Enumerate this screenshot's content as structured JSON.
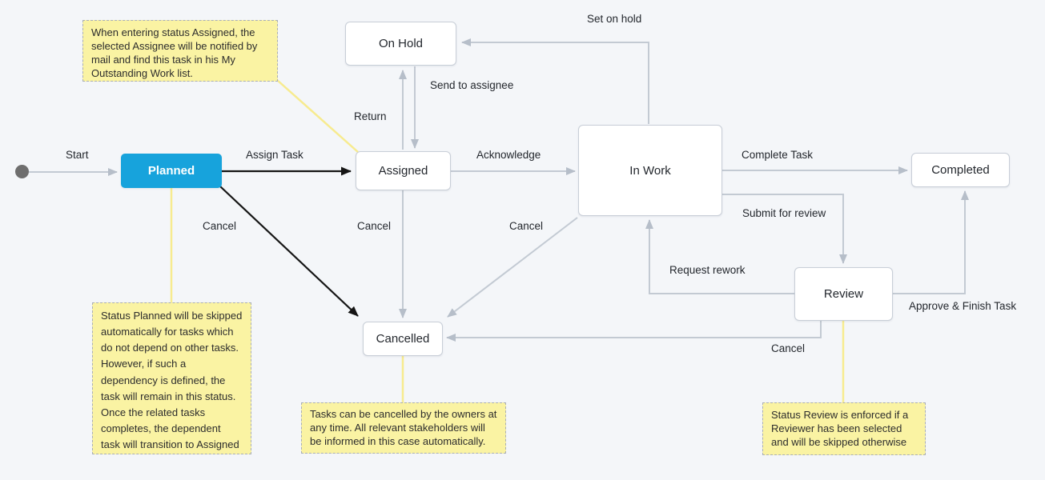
{
  "colors": {
    "background": "#f4f6f9",
    "edge_gray": "#c3cad3",
    "arrow_gray": "#b6bec9",
    "edge_black": "#151515",
    "node_fill": "#ffffff",
    "node_border": "#c8ced7",
    "planned_fill": "#17a3dc",
    "note_fill": "#faf3a3",
    "note_border": "#a9aeb6",
    "connector_yellow": "#f7eb8f",
    "text": "#23272d",
    "note_text": "#2c2c2c",
    "start_dot": "#6e6e6e"
  },
  "nodes": {
    "planned": {
      "label": "Planned"
    },
    "assigned": {
      "label": "Assigned"
    },
    "on_hold": {
      "label": "On Hold"
    },
    "in_work": {
      "label": "In Work"
    },
    "completed": {
      "label": "Completed"
    },
    "review": {
      "label": "Review"
    },
    "cancelled": {
      "label": "Cancelled"
    }
  },
  "edge_labels": {
    "start": "Start",
    "assign_task": "Assign Task",
    "set_on_hold": "Set on hold",
    "send_to_assignee": "Send to assignee",
    "return": "Return",
    "acknowledge": "Acknowledge",
    "complete_task": "Complete Task",
    "submit_for_review": "Submit for review",
    "request_rework": "Request rework",
    "approve_finish_task": "Approve & Finish Task",
    "cancel_from_planned": "Cancel",
    "cancel_from_assigned": "Cancel",
    "cancel_from_in_work": "Cancel",
    "cancel_from_review": "Cancel"
  },
  "notes": {
    "assigned_note": "When entering status Assigned, the selected Assignee will be notified by mail and find this task in his My Outstanding Work list.",
    "planned_note": "Status Planned will be skipped automatically for tasks which do not depend on other tasks. However, if such a dependency is defined, the task will remain in this status. Once the related tasks completes, the dependent task will transition to Assigned automatically.",
    "cancelled_note": "Tasks can be cancelled by the owners at any time. All relevant stakeholders will be informed in this case automatically.",
    "review_note": "Status Review is enforced if a Reviewer has been selected and will be skipped otherwise"
  }
}
